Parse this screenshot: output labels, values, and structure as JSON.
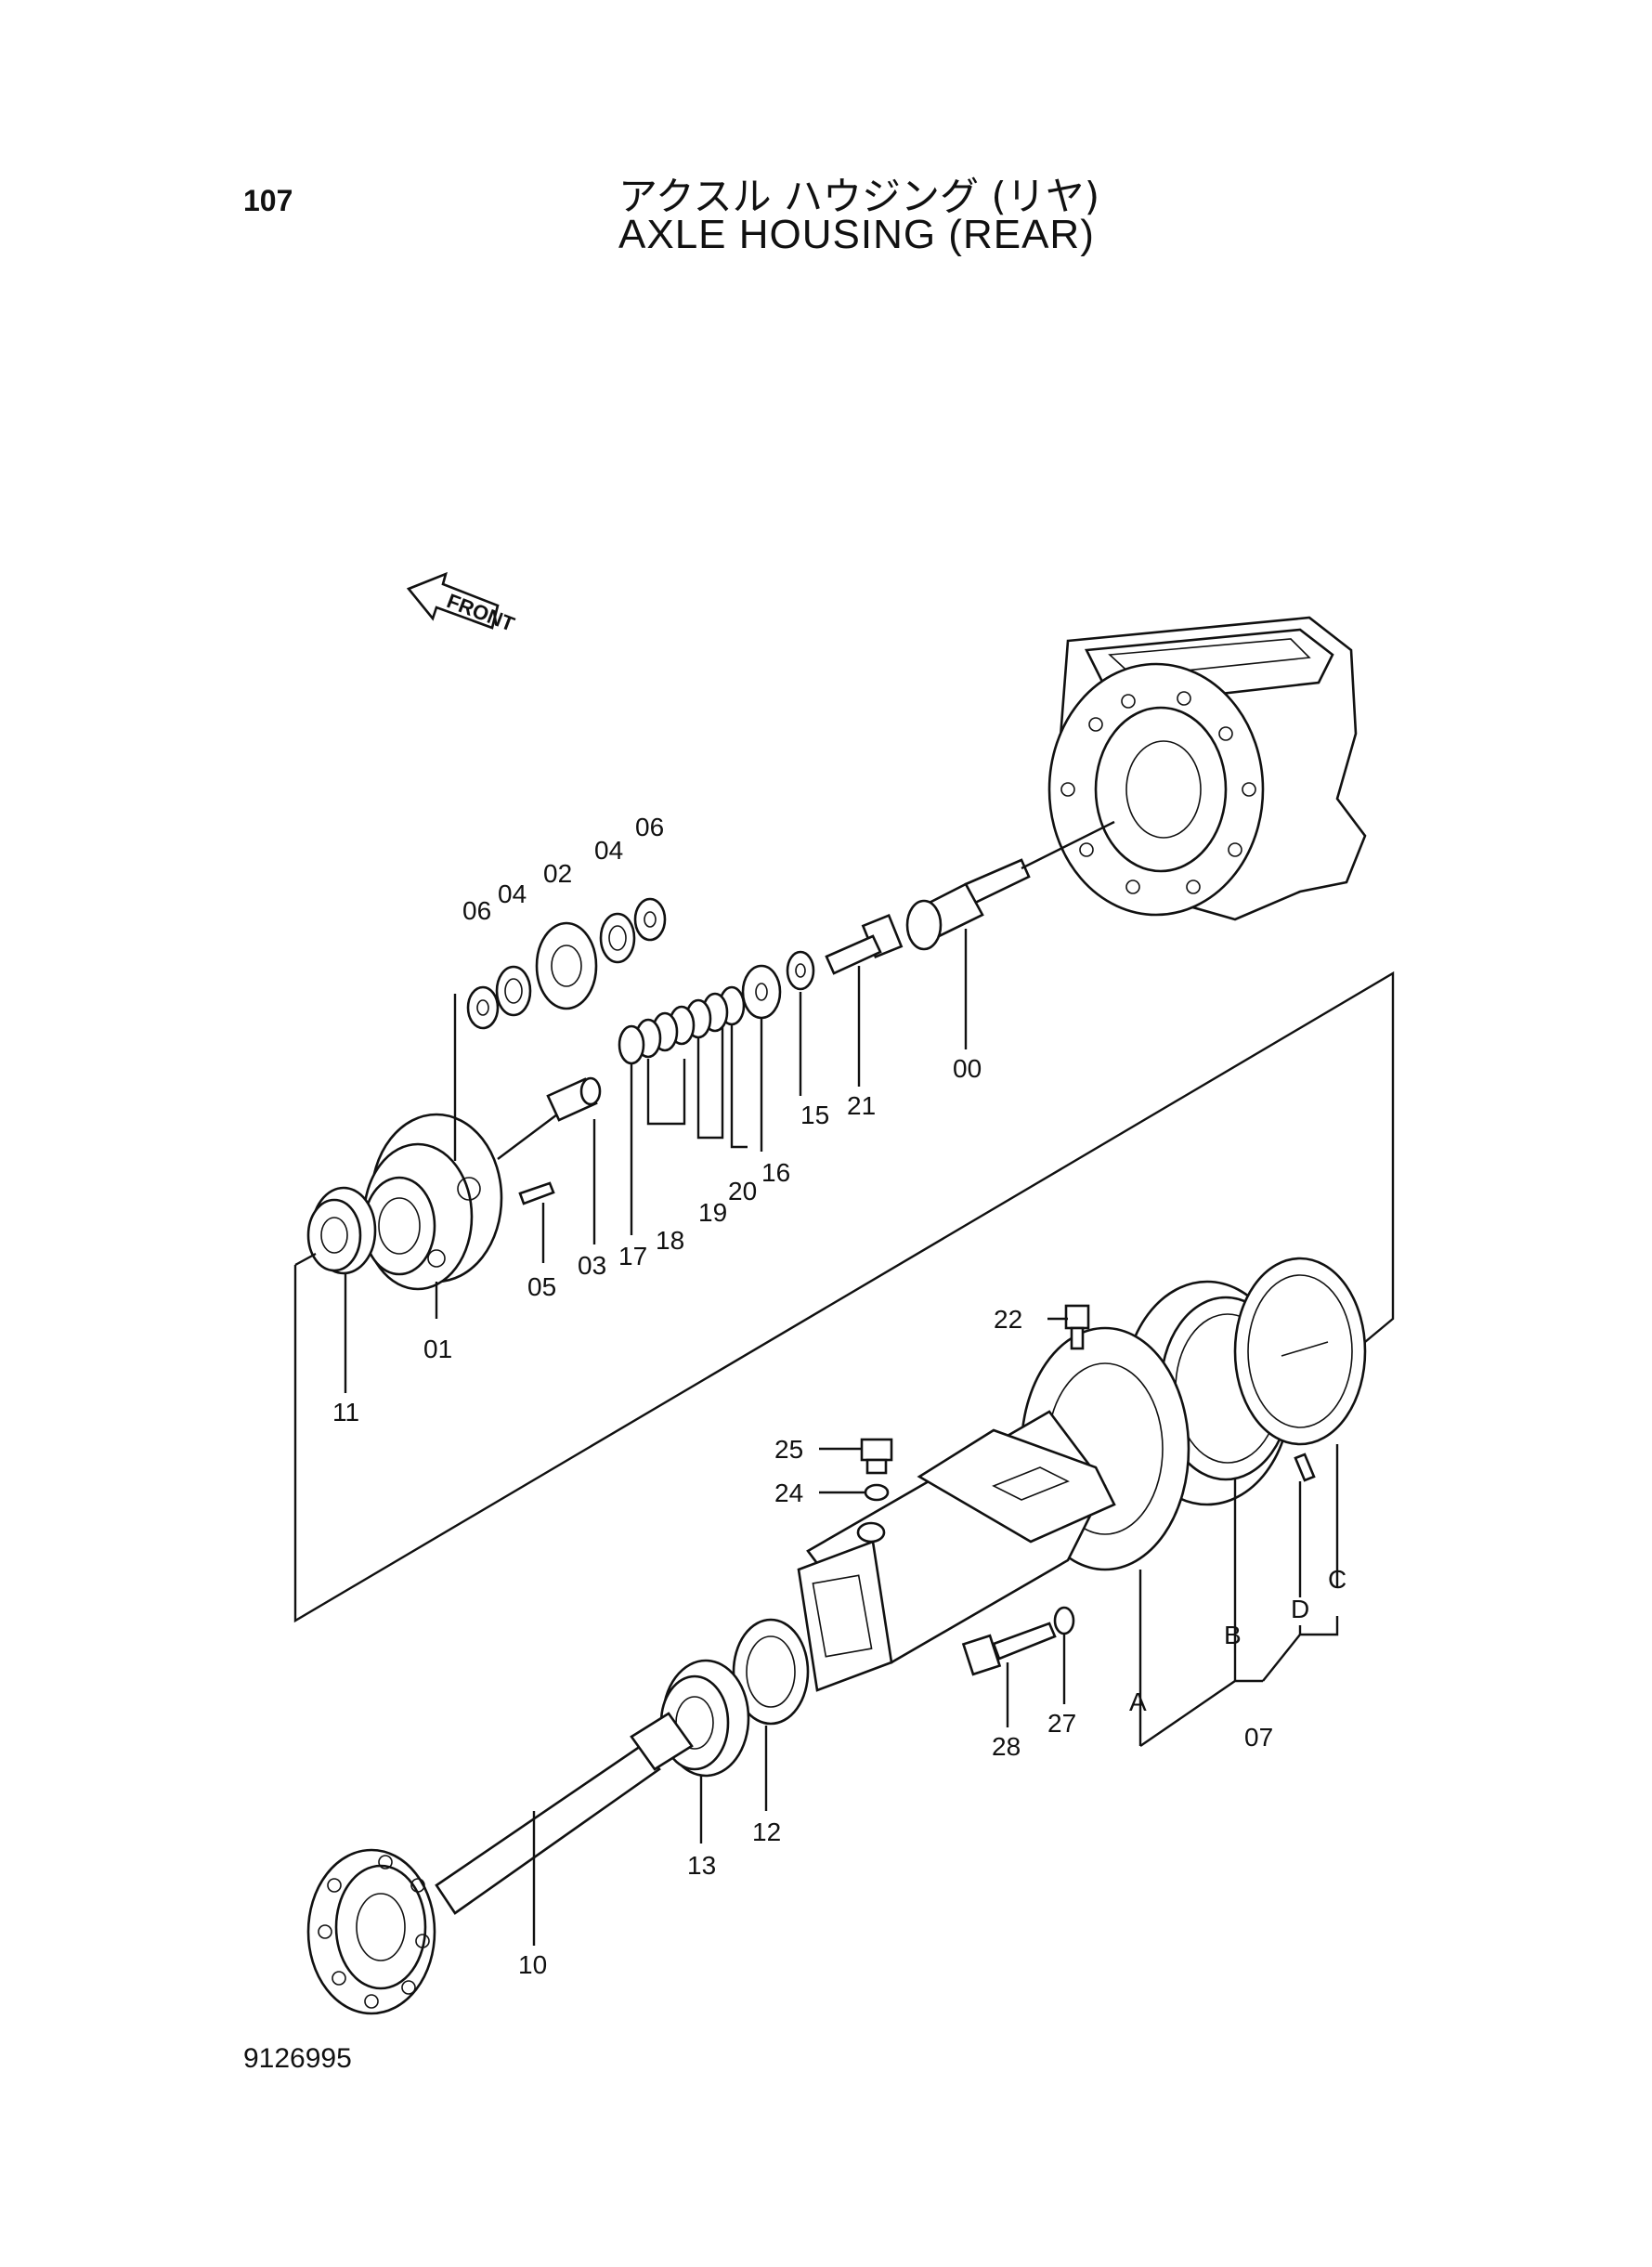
{
  "header": {
    "page_number": "107",
    "title_jp": "アクスル ハウジング (リヤ)",
    "title_en": "AXLE HOUSING (REAR)"
  },
  "footer": {
    "doc_number": "9126995"
  },
  "front_marker": "FRONT",
  "callouts": [
    "00",
    "01",
    "02",
    "03",
    "04",
    "04",
    "05",
    "06",
    "06",
    "07",
    "10",
    "11",
    "12",
    "13",
    "15",
    "16",
    "17",
    "18",
    "19",
    "20",
    "21",
    "22",
    "24",
    "25",
    "27",
    "28",
    "A",
    "B",
    "C",
    "D"
  ]
}
